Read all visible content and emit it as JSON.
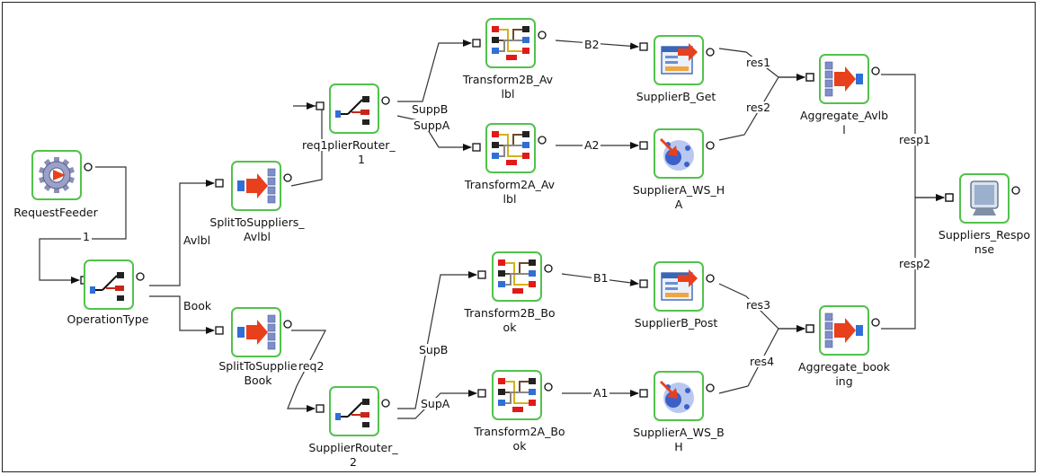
{
  "nodes": [
    {
      "id": "requestfeeder",
      "label": [
        "RequestFeeder"
      ],
      "icon": "gear-icon"
    },
    {
      "id": "operationtype",
      "label": [
        "OperationType"
      ],
      "icon": "router-icon"
    },
    {
      "id": "splittosuppliers_avlbl",
      "label": [
        "SplitToSuppliers_",
        "Avlbl"
      ],
      "icon": "splitter-icon"
    },
    {
      "id": "splittosuppliers_book",
      "label": [
        "SplitToSupplie",
        "Book"
      ],
      "icon": "splitter-icon"
    },
    {
      "id": "supplierrouter_1",
      "label": [
        "plierRouter_",
        "1"
      ],
      "icon": "router-icon"
    },
    {
      "id": "supplierrouter_2",
      "label": [
        "SupplierRouter_",
        "2"
      ],
      "icon": "router-icon"
    },
    {
      "id": "transform2b_avlbl",
      "label": [
        "Transform2B_Av",
        "lbl"
      ],
      "icon": "transform-icon"
    },
    {
      "id": "transform2a_avlbl",
      "label": [
        "Transform2A_Av",
        "lbl"
      ],
      "icon": "transform-icon"
    },
    {
      "id": "transform2b_book",
      "label": [
        "Transform2B_Bo",
        "ok"
      ],
      "icon": "transform-icon"
    },
    {
      "id": "transform2a_book",
      "label": [
        "Transform2A_Bo",
        "ok"
      ],
      "icon": "transform-icon"
    },
    {
      "id": "supplierb_get",
      "label": [
        "SupplierB_Get"
      ],
      "icon": "web-window-icon"
    },
    {
      "id": "suppliera_ws_ha",
      "label": [
        "SupplierA_WS_H",
        "A"
      ],
      "icon": "network-icon"
    },
    {
      "id": "supplierb_post",
      "label": [
        "SupplierB_Post"
      ],
      "icon": "web-window-icon"
    },
    {
      "id": "suppliera_ws_bh",
      "label": [
        "SupplierA_WS_B",
        "H"
      ],
      "icon": "network-icon"
    },
    {
      "id": "aggregate_avlbl",
      "label": [
        "Aggregate_Avlb",
        "l"
      ],
      "icon": "aggregator-icon"
    },
    {
      "id": "aggregate_booking",
      "label": [
        "Aggregate_book",
        "ing"
      ],
      "icon": "aggregator-icon"
    },
    {
      "id": "suppliers_response",
      "label": [
        "Suppliers_Respo",
        "nse"
      ],
      "icon": "monitor-icon"
    }
  ],
  "edges": [
    {
      "id": "e-1",
      "from": "requestfeeder",
      "to": "operationtype",
      "label": "1"
    },
    {
      "id": "e-avlbl",
      "from": "operationtype",
      "to": "splittosuppliers_avlbl",
      "label": "Avlbl"
    },
    {
      "id": "e-book",
      "from": "operationtype",
      "to": "splittosuppliers_book",
      "label": "Book"
    },
    {
      "id": "e-req1",
      "from": "splittosuppliers_avlbl",
      "to": "supplierrouter_1",
      "label": "req1"
    },
    {
      "id": "e-req2",
      "from": "splittosuppliers_book",
      "to": "supplierrouter_2",
      "label": "req2"
    },
    {
      "id": "e-suppb",
      "from": "supplierrouter_1",
      "to": "transform2b_avlbl",
      "label": "SuppB"
    },
    {
      "id": "e-suppa",
      "from": "supplierrouter_1",
      "to": "transform2a_avlbl",
      "label": "SuppA"
    },
    {
      "id": "e-supb",
      "from": "supplierrouter_2",
      "to": "transform2b_book",
      "label": "SupB"
    },
    {
      "id": "e-supa",
      "from": "supplierrouter_2",
      "to": "transform2a_book",
      "label": "SupA"
    },
    {
      "id": "e-b2",
      "from": "transform2b_avlbl",
      "to": "supplierb_get",
      "label": "B2"
    },
    {
      "id": "e-a2",
      "from": "transform2a_avlbl",
      "to": "suppliera_ws_ha",
      "label": "A2"
    },
    {
      "id": "e-b1",
      "from": "transform2b_book",
      "to": "supplierb_post",
      "label": "B1"
    },
    {
      "id": "e-a1",
      "from": "transform2a_book",
      "to": "suppliera_ws_bh",
      "label": "A1"
    },
    {
      "id": "e-res1",
      "from": "supplierb_get",
      "to": "aggregate_avlbl",
      "label": "res1"
    },
    {
      "id": "e-res2",
      "from": "suppliera_ws_ha",
      "to": "aggregate_avlbl",
      "label": "res2"
    },
    {
      "id": "e-res3",
      "from": "supplierb_post",
      "to": "aggregate_booking",
      "label": "res3"
    },
    {
      "id": "e-res4",
      "from": "suppliera_ws_bh",
      "to": "aggregate_booking",
      "label": "res4"
    },
    {
      "id": "e-resp1",
      "from": "aggregate_avlbl",
      "to": "suppliers_response",
      "label": "resp1"
    },
    {
      "id": "e-resp2",
      "from": "aggregate_booking",
      "to": "suppliers_response",
      "label": "resp2"
    }
  ],
  "colors": {
    "node_border": "#52c24c",
    "wire": "#333333",
    "arrow_red": "#e8401c",
    "port_blue": "#2f6fd6"
  }
}
